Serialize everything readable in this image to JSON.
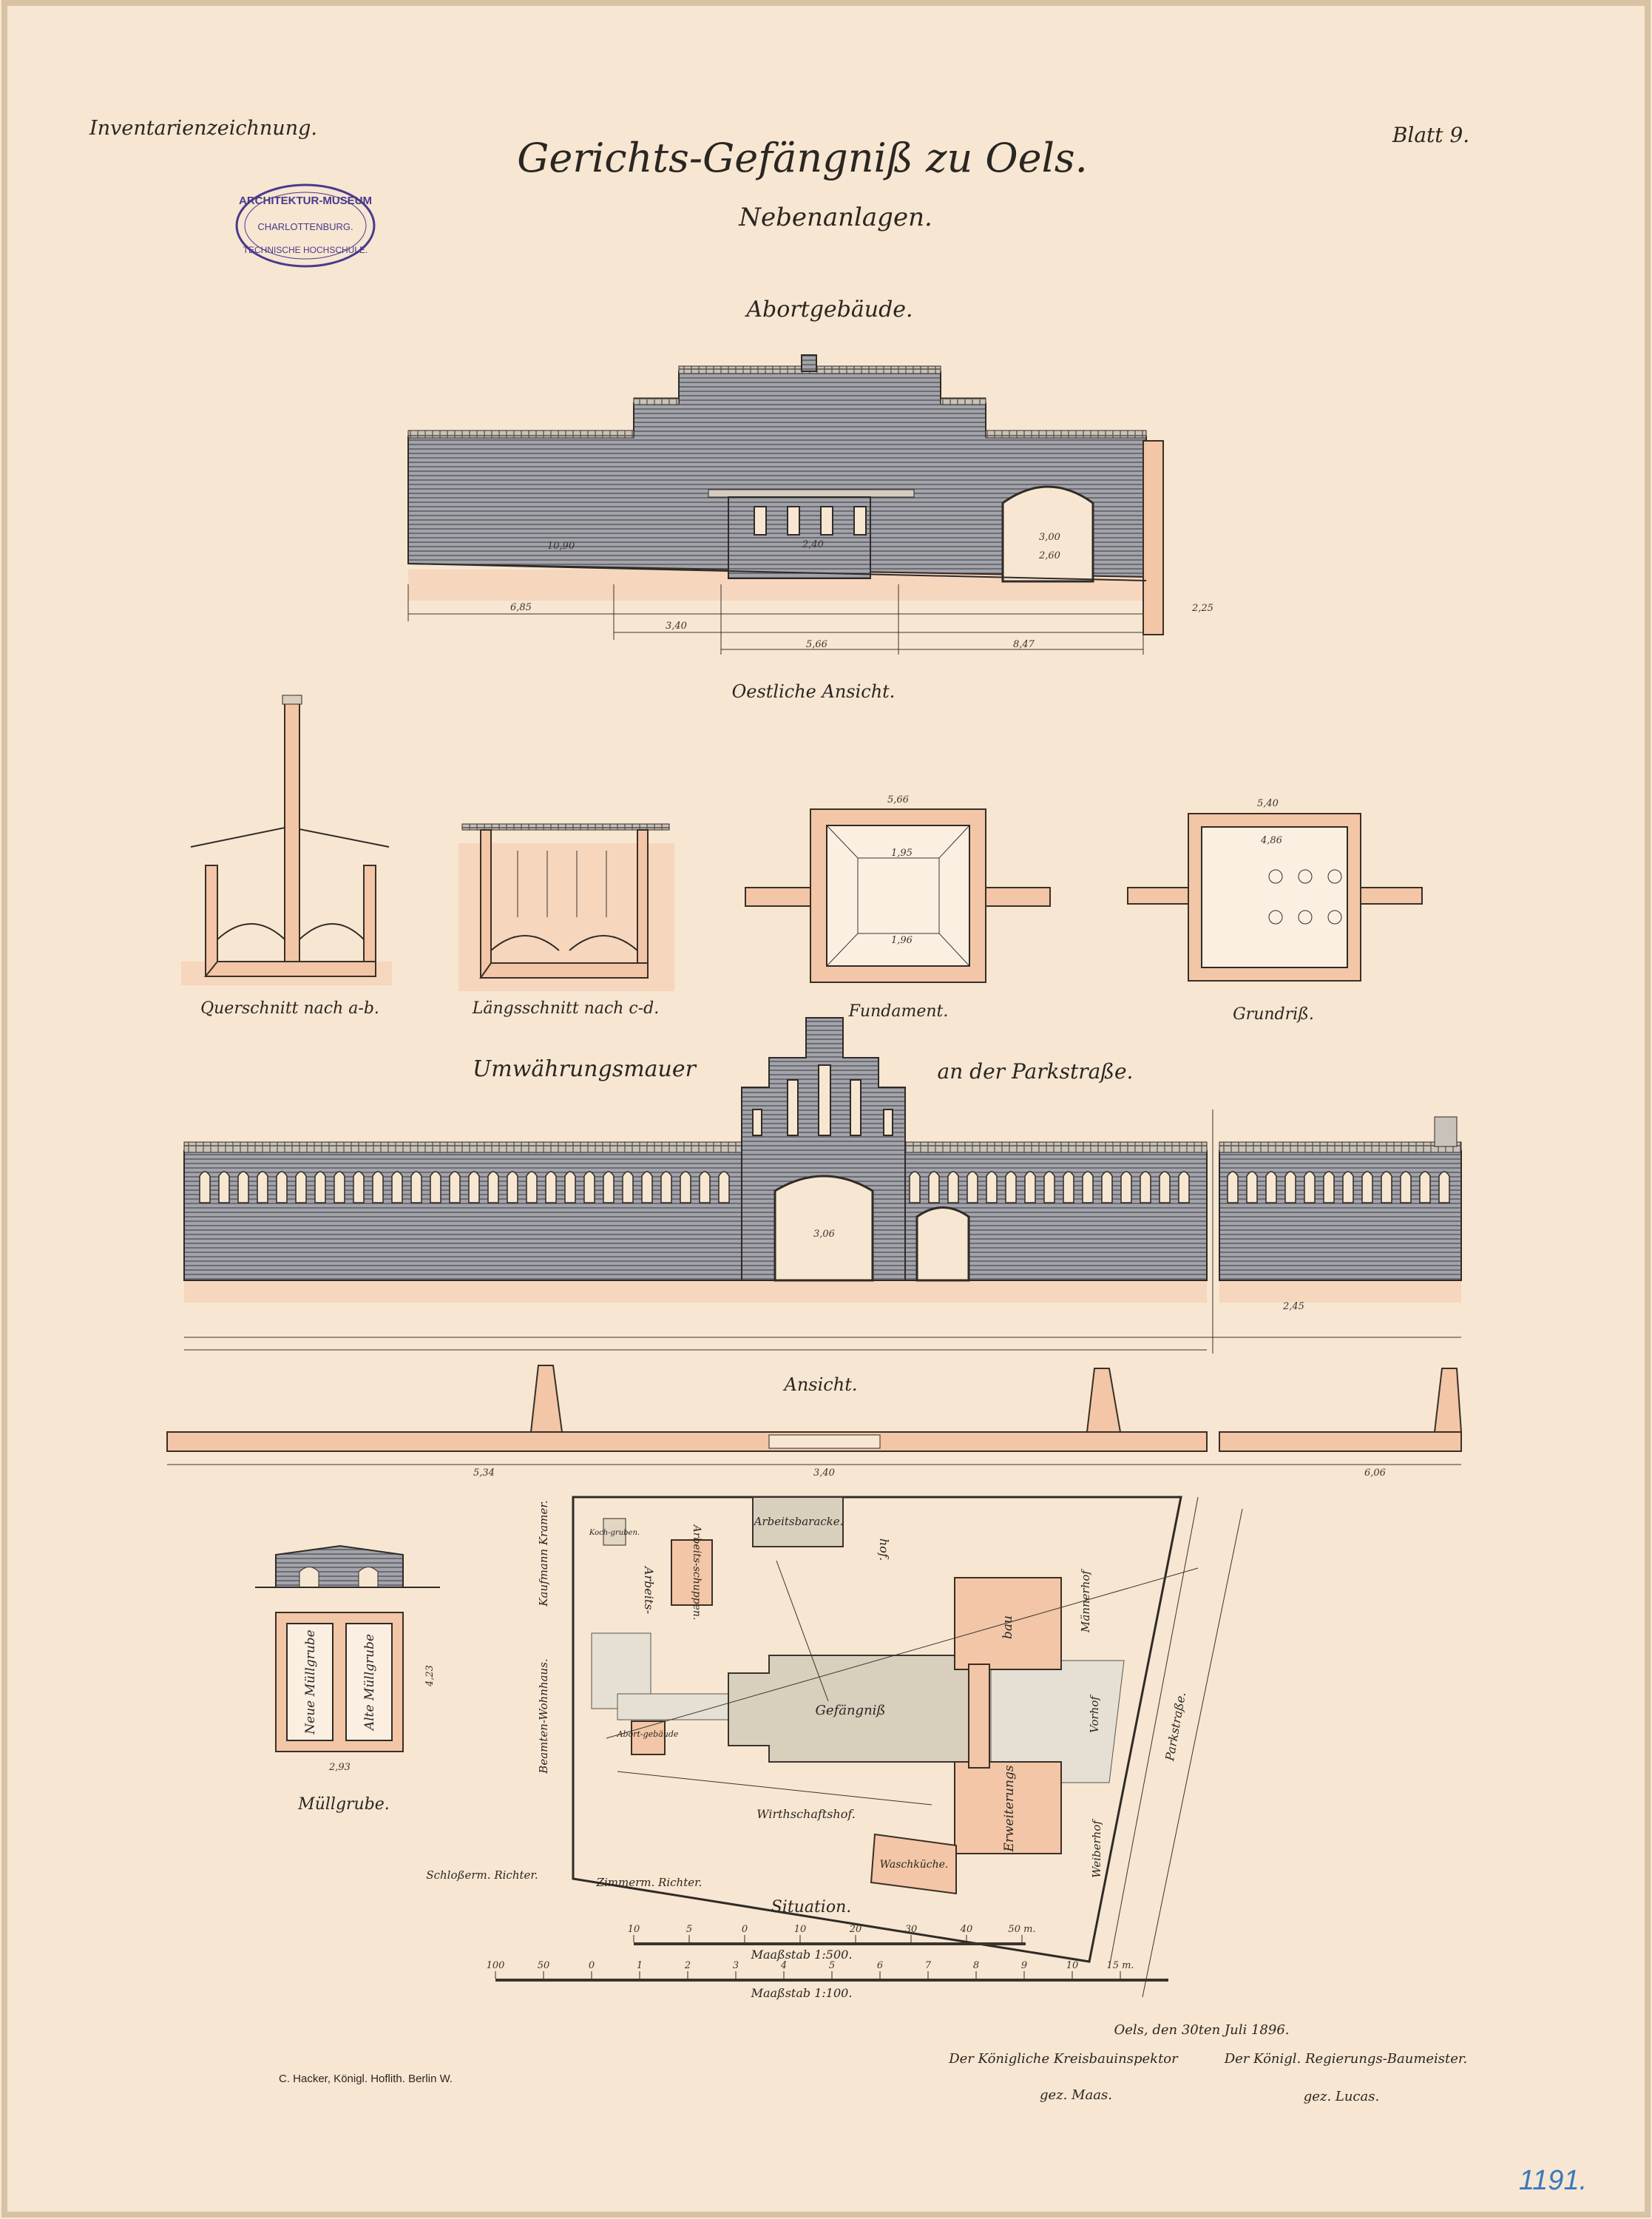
{
  "header": {
    "inventory_label": "Inventarienzeichnung.",
    "title": "Gerichts-Gefängniß zu Oels.",
    "subtitle": "Nebenanlagen.",
    "sheet_number": "Blatt 9."
  },
  "stamp": {
    "top_text": "ARCHITEKTUR-MUSEUM",
    "middle_text": "CHARLOTTENBURG.",
    "bottom_text": "TECHNISCHE HOCHSCHULE.",
    "color": "#4a3a8c"
  },
  "abort": {
    "heading": "Abortgebäude.",
    "elevation_label": "Oestliche Ansicht.",
    "elevation_dims": [
      "6,85",
      "3,40",
      "5,66",
      "8,47",
      "10,90",
      "2,40",
      "3,00",
      "2,60",
      "2,25"
    ],
    "sections": [
      {
        "label": "Querschnitt nach a-b."
      },
      {
        "label": "Längsschnitt nach c-d."
      },
      {
        "label": "Fundament."
      },
      {
        "label": "Grundriß."
      }
    ],
    "fundament_dims": [
      "5,66",
      "1,95",
      "1,96"
    ],
    "grundriss_dims": [
      "5,40",
      "4,86"
    ]
  },
  "wall": {
    "heading_left": "Umwährungsmauer",
    "heading_right": "an der Parkstraße.",
    "elevation_label": "Ansicht.",
    "dims": [
      "3,06",
      "3,40",
      "2,45",
      "5,34",
      "6,06"
    ]
  },
  "muellgrube": {
    "label": "Müllgrube.",
    "new_pit": "Neue Müllgrube",
    "old_pit": "Alte Müllgrube",
    "width_dim": "2,93",
    "height_dim": "4,23"
  },
  "site": {
    "label": "Situation.",
    "buildings": {
      "prison": "Gefängniß",
      "extension_top": "bau",
      "extension_bottom": "Erweiterungs",
      "work_barrack": "Arbeitsbaracke.",
      "work_shed": "Arbeits-schuppen.",
      "laundry": "Waschküche.",
      "toilet": "Abort-gebäude",
      "cooking_pits": "Koch-gruben."
    },
    "yards": {
      "work_yard": "Arbeits-",
      "yard": "hof.",
      "farm_yard": "Wirthschaftshof.",
      "men_yard": "Männerhof",
      "front_yard": "Vorhof",
      "women_yard": "Weiberhof"
    },
    "neighbours": {
      "kramer": "Kaufmann Kramer.",
      "official_house": "Beamten-Wohnhaus.",
      "locksmith": "Schloßerm. Richter.",
      "carpenter": "Zimmerm. Richter.",
      "street": "Parkstraße."
    }
  },
  "scales": {
    "scale_500": {
      "label": "Maaßstab 1:500.",
      "ticks": [
        "10",
        "5",
        "0",
        "10",
        "20",
        "30",
        "40",
        "50 m."
      ]
    },
    "scale_100": {
      "label": "Maaßstab 1:100.",
      "ticks": [
        "100",
        "50",
        "0",
        "1",
        "2",
        "3",
        "4",
        "5",
        "6",
        "7",
        "8",
        "9",
        "10",
        "15 m."
      ]
    }
  },
  "signatures": {
    "place_date": "Oels, den 30ten Juli 1896.",
    "left_title": "Der Königliche Kreisbauinspektor",
    "left_name": "gez. Maas.",
    "right_title": "Der Königl. Regierungs-Baumeister.",
    "right_name": "gez. Lucas."
  },
  "printer": "C. Hacker, Königl. Hoflith. Berlin W.",
  "inventory_number": "1191.",
  "colors": {
    "paper": "#f7e6d1",
    "pink": "#f2c6a6",
    "brick": "#8f8f98",
    "ink": "#2a2622",
    "blue_ink": "#3a78c0"
  }
}
